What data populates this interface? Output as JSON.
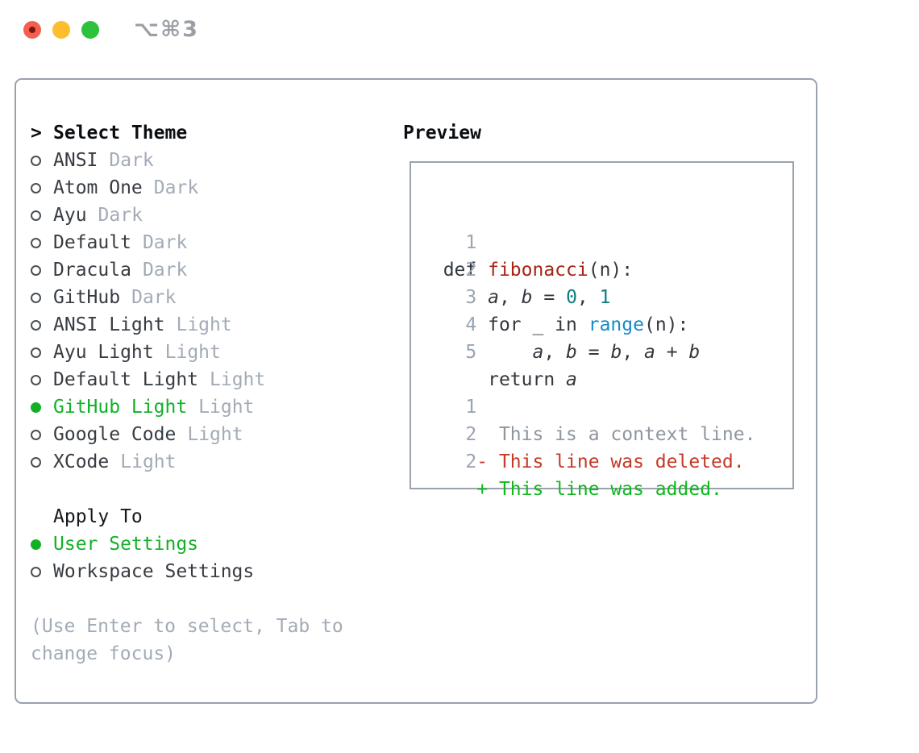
{
  "titlebar": {
    "shortcut": "⌥⌘3",
    "buttons": [
      {
        "name": "close",
        "color": "#f4604f",
        "inner_dot": "#7c1511"
      },
      {
        "name": "minimize",
        "color": "#fcbd2f"
      },
      {
        "name": "zoom",
        "color": "#2dc23c"
      }
    ]
  },
  "theme_picker": {
    "prompt": ">",
    "header": "Select Theme",
    "items": [
      {
        "name": "ANSI",
        "tag": "Dark",
        "selected": false
      },
      {
        "name": "Atom One",
        "tag": "Dark",
        "selected": false
      },
      {
        "name": "Ayu",
        "tag": "Dark",
        "selected": false
      },
      {
        "name": "Default",
        "tag": "Dark",
        "selected": false
      },
      {
        "name": "Dracula",
        "tag": "Dark",
        "selected": false
      },
      {
        "name": "GitHub",
        "tag": "Dark",
        "selected": false
      },
      {
        "name": "ANSI Light",
        "tag": "Light",
        "selected": false
      },
      {
        "name": "Ayu Light",
        "tag": "Light",
        "selected": false
      },
      {
        "name": "Default Light",
        "tag": "Light",
        "selected": false
      },
      {
        "name": "GitHub Light",
        "tag": "Light",
        "selected": true
      },
      {
        "name": "Google Code",
        "tag": "Light",
        "selected": false
      },
      {
        "name": "XCode",
        "tag": "Light",
        "selected": false
      }
    ],
    "apply_to": {
      "header": "Apply To",
      "options": [
        {
          "name": "User Settings",
          "selected": true
        },
        {
          "name": "Workspace Settings",
          "selected": false
        }
      ]
    },
    "hint_lines": [
      "(Use Enter to select, Tab to",
      "change focus)"
    ]
  },
  "preview": {
    "header": "Preview",
    "lines": [
      {
        "num": "1",
        "segments": [
          {
            "text": "def ",
            "cls": "pl"
          },
          {
            "text": "fibonacci",
            "cls": "fn"
          },
          {
            "text": "(n):",
            "cls": "pl"
          }
        ]
      },
      {
        "num": "2",
        "segments": [
          {
            "text": "    ",
            "cls": "pl"
          },
          {
            "text": "a",
            "cls": "var"
          },
          {
            "text": ", ",
            "cls": "pl"
          },
          {
            "text": "b",
            "cls": "var"
          },
          {
            "text": " = ",
            "cls": "pl"
          },
          {
            "text": "0",
            "cls": "num"
          },
          {
            "text": ", ",
            "cls": "pl"
          },
          {
            "text": "1",
            "cls": "num"
          }
        ]
      },
      {
        "num": "3",
        "segments": [
          {
            "text": "    for _ in ",
            "cls": "pl"
          },
          {
            "text": "range",
            "cls": "call"
          },
          {
            "text": "(n):",
            "cls": "pl"
          }
        ]
      },
      {
        "num": "4",
        "segments": [
          {
            "text": "        ",
            "cls": "pl"
          },
          {
            "text": "a",
            "cls": "var"
          },
          {
            "text": ", ",
            "cls": "pl"
          },
          {
            "text": "b",
            "cls": "var"
          },
          {
            "text": " = ",
            "cls": "pl"
          },
          {
            "text": "b",
            "cls": "var"
          },
          {
            "text": ", ",
            "cls": "pl"
          },
          {
            "text": "a",
            "cls": "var"
          },
          {
            "text": " + ",
            "cls": "pl"
          },
          {
            "text": "b",
            "cls": "var"
          }
        ]
      },
      {
        "num": "5",
        "segments": [
          {
            "text": "    return ",
            "cls": "pl"
          },
          {
            "text": "a",
            "cls": "var"
          }
        ]
      },
      {
        "num": "",
        "segments": []
      },
      {
        "num": "1",
        "segments": [
          {
            "text": "     This is a context line.",
            "cls": "ctx"
          }
        ]
      },
      {
        "num": "2",
        "segments": [
          {
            "text": "   - This line was deleted.",
            "cls": "del"
          }
        ]
      },
      {
        "num": "2",
        "segments": [
          {
            "text": "   + This line was added.",
            "cls": "add"
          }
        ]
      }
    ]
  },
  "colors": {
    "selection_green": "#12b027",
    "diff_added": "#0db91c",
    "diff_deleted": "#c43a28",
    "diff_context": "#8e969f",
    "function_red": "#a82315",
    "number_teal": "#0f7d80",
    "builtin_blue": "#178ac8",
    "muted_gray": "#a2abb6",
    "text_dark": "#373c42",
    "border_gray": "#9aa2ad"
  }
}
